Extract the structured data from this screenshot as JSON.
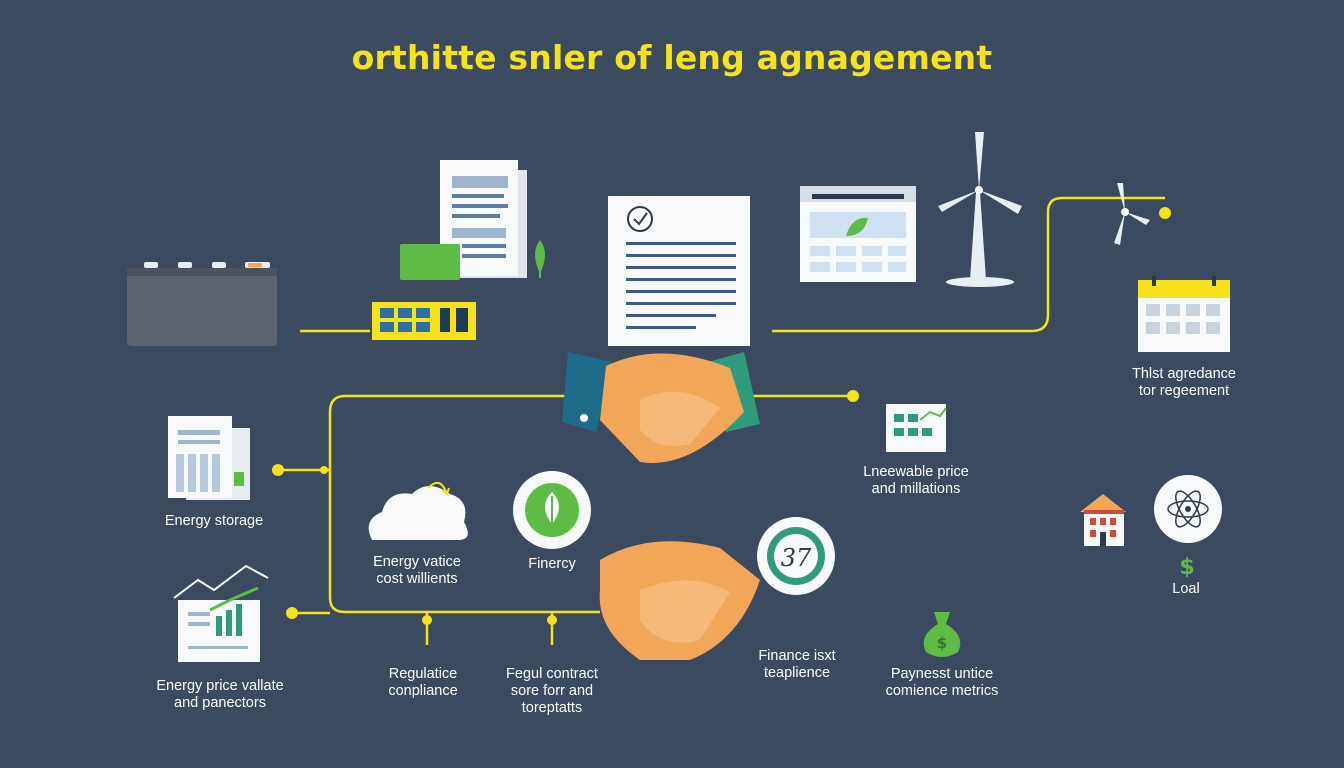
{
  "title": "orthitte snler of leng agnagement",
  "colors": {
    "background": "#3b4a5e",
    "accent": "#f4e31a",
    "green": "#5dbb46",
    "teal": "#2f9b7c",
    "skin": "#f2a65a"
  },
  "icons": [
    "battery-icon",
    "document-stack-icon",
    "contract-icon",
    "calendar-icon",
    "wind-turbine-icon",
    "small-wind-turbine-icon",
    "handshake-icon",
    "report-chart-icon",
    "cloud-icon",
    "leaf-icon",
    "badge-icon",
    "growth-chart-icon",
    "bar-chart-icon",
    "house-icon",
    "atom-icon",
    "dollar-icon",
    "money-bag-icon"
  ],
  "labels": {
    "calendar_agreement": [
      "Thlst agredance",
      "tor regeement"
    ],
    "energy_storage": [
      "Energy storage"
    ],
    "renewable_price": [
      "Lneewable price",
      "and millations"
    ],
    "energy_value": [
      "Energy vatice",
      "cost willients"
    ],
    "finency": [
      "Finercy"
    ],
    "loal": [
      "Loal"
    ],
    "energy_price": [
      "Energy price vallate",
      "and panectors"
    ],
    "regulation": [
      "Regulatice",
      "conpliance"
    ],
    "contract": [
      "Fegul contract",
      "sore forr and",
      "toreptatts"
    ],
    "finance": [
      "Finance isxt",
      "teaplience"
    ],
    "payment": [
      "Paynesst untice",
      "comience metrics"
    ]
  },
  "badge_number": "37",
  "dollar_sign": "$"
}
